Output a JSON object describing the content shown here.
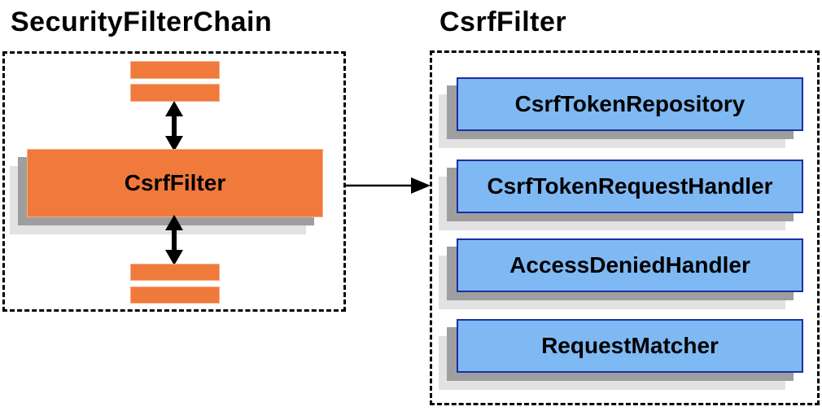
{
  "diagram": {
    "left_panel": {
      "title": "SecurityFilterChain",
      "filter_label": "CsrfFilter"
    },
    "right_panel": {
      "title": "CsrfFilter",
      "components": [
        {
          "label": "CsrfTokenRepository"
        },
        {
          "label": "CsrfTokenRequestHandler"
        },
        {
          "label": "AccessDeniedHandler"
        },
        {
          "label": "RequestMatcher"
        }
      ]
    },
    "icons": {
      "double_arrow": "vertical double-headed arrow",
      "flow_arrow": "right-pointing arrow"
    },
    "colors": {
      "orange_fill": "#F0793C",
      "orange_border": "#F8AE85",
      "blue_fill": "#7FB9F4",
      "blue_border": "#1B2FA2",
      "shadow_dark": "#9E9E9E",
      "shadow_light": "#E2E2E2",
      "line_black": "#000000"
    }
  }
}
